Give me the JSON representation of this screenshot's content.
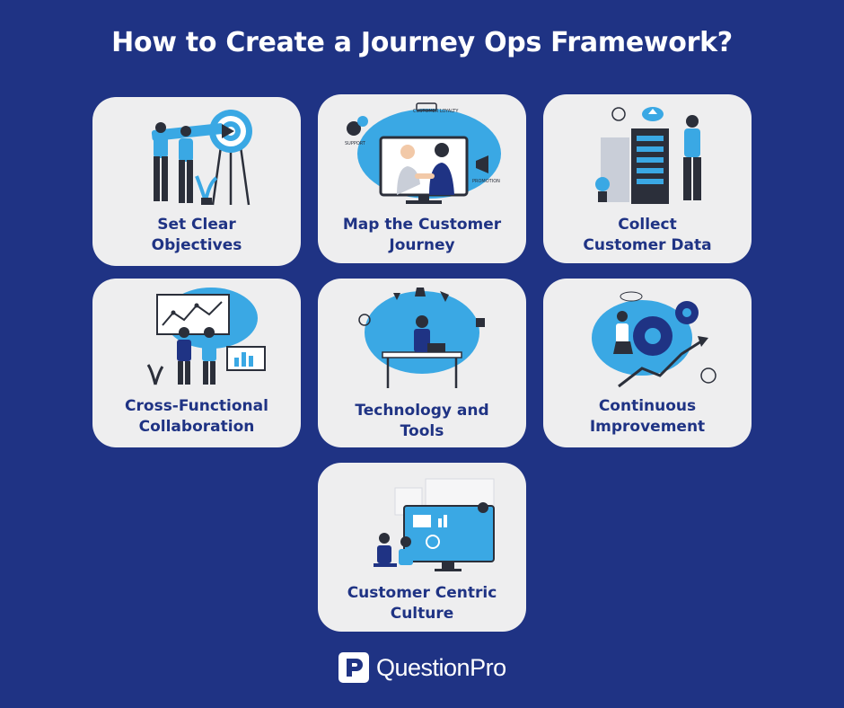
{
  "title": "How to Create a Journey Ops Framework?",
  "steps": [
    {
      "label_line1": "Set Clear",
      "label_line2": "Objectives",
      "icon": "target-arrow-illustration"
    },
    {
      "label_line1": "Map the Customer",
      "label_line2": "Journey",
      "icon": "handshake-screen-illustration"
    },
    {
      "label_line1": "Collect",
      "label_line2": "Customer Data",
      "icon": "server-rack-illustration"
    },
    {
      "label_line1": "Cross-Functional",
      "label_line2": "Collaboration",
      "icon": "team-chart-board-illustration"
    },
    {
      "label_line1": "Technology and",
      "label_line2": "Tools",
      "icon": "developer-desk-illustration"
    },
    {
      "label_line1": "Continuous",
      "label_line2": "Improvement",
      "icon": "gears-growth-illustration"
    },
    {
      "label_line1": "Customer Centric",
      "label_line2": "Culture",
      "icon": "presentation-meeting-illustration"
    }
  ],
  "illustration_text": {
    "customer_loyalty": "CUSTOMER LOYALTY",
    "support": "SUPPORT",
    "promotion": "PROMOTION"
  },
  "brand": {
    "name": "QuestionPro",
    "logo_letter": "P"
  },
  "colors": {
    "background": "#1f3384",
    "card": "#eeeeef",
    "accent": "#3aa8e4",
    "text_dark": "#1f3384"
  }
}
